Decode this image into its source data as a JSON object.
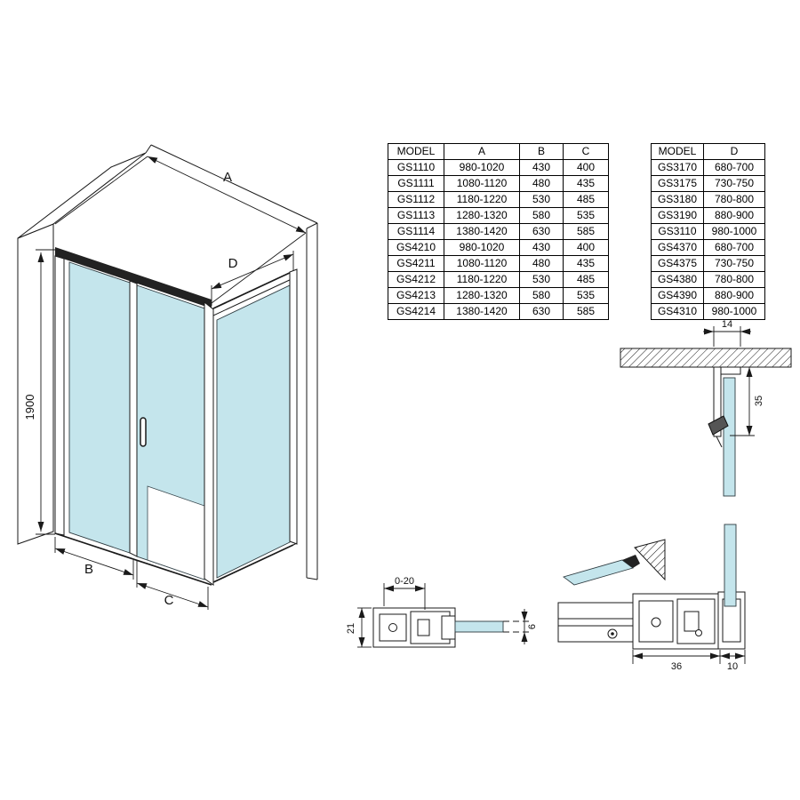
{
  "colors": {
    "glass": "#c4e5ec",
    "line": "#1a1a1a",
    "frame_dark": "#222222",
    "background": "#ffffff"
  },
  "main_drawing": {
    "dim_a": "A",
    "dim_b": "B",
    "dim_c": "C",
    "dim_d": "D",
    "dim_height": "1900"
  },
  "tables": {
    "size_table": {
      "headers": [
        "MODEL",
        "A",
        "B",
        "C"
      ],
      "rows": [
        [
          "GS1110",
          "980-1020",
          "430",
          "400"
        ],
        [
          "GS1111",
          "1080-1120",
          "480",
          "435"
        ],
        [
          "GS1112",
          "1180-1220",
          "530",
          "485"
        ],
        [
          "GS1113",
          "1280-1320",
          "580",
          "535"
        ],
        [
          "GS1114",
          "1380-1420",
          "630",
          "585"
        ],
        [
          "GS4210",
          "980-1020",
          "430",
          "400"
        ],
        [
          "GS4211",
          "1080-1120",
          "480",
          "435"
        ],
        [
          "GS4212",
          "1180-1220",
          "530",
          "485"
        ],
        [
          "GS4213",
          "1280-1320",
          "580",
          "535"
        ],
        [
          "GS4214",
          "1380-1420",
          "630",
          "585"
        ]
      ]
    },
    "side_panel_table": {
      "headers": [
        "MODEL",
        "D"
      ],
      "rows": [
        [
          "GS3170",
          "680-700"
        ],
        [
          "GS3175",
          "730-750"
        ],
        [
          "GS3180",
          "780-800"
        ],
        [
          "GS3190",
          "880-900"
        ],
        [
          "GS3110",
          "980-1000"
        ],
        [
          "GS4370",
          "680-700"
        ],
        [
          "GS4375",
          "730-750"
        ],
        [
          "GS4380",
          "780-800"
        ],
        [
          "GS4390",
          "880-900"
        ],
        [
          "GS4310",
          "980-1000"
        ]
      ]
    }
  },
  "detail_wall_profile": {
    "dim_width": "14",
    "dim_depth": "35"
  },
  "detail_door_section": {
    "dim_adjustment": "0-20",
    "dim_depth": "21",
    "dim_glass": "6"
  },
  "detail_corner_section": {
    "dim_width": "36",
    "dim_offset": "10"
  }
}
